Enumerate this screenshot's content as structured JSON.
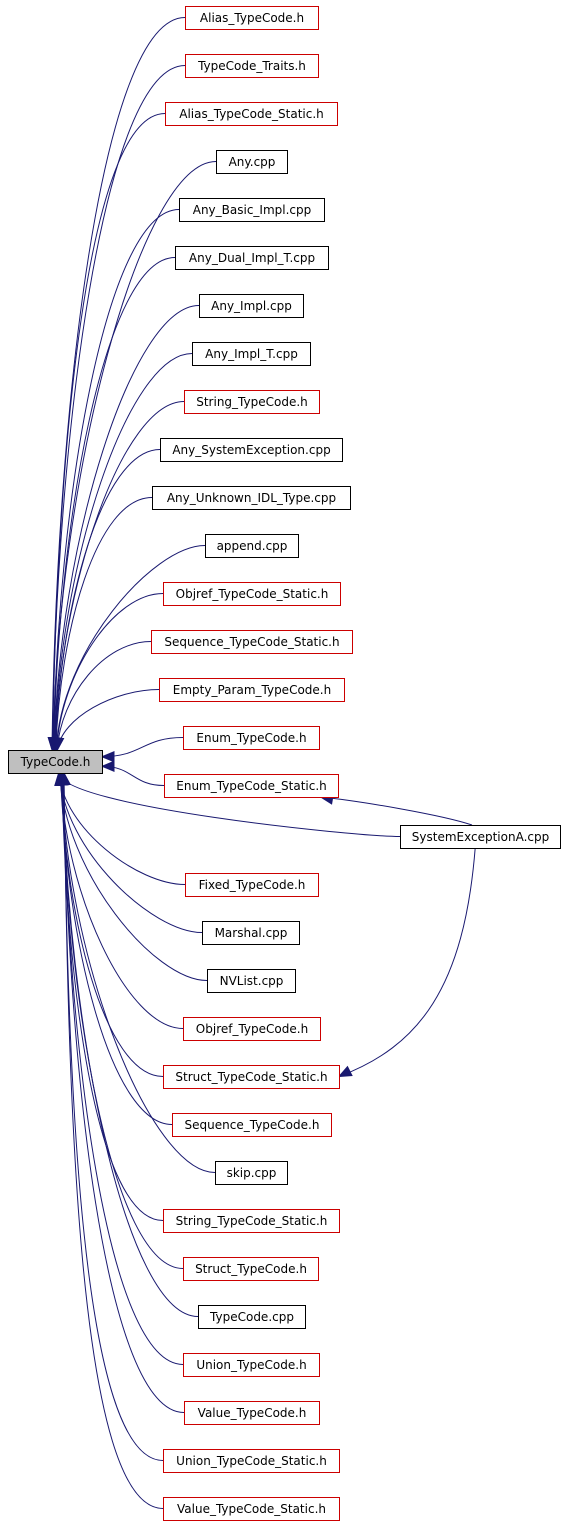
{
  "graph": {
    "colors": {
      "edge": "#191970",
      "border_default": "#000000",
      "border_truncated": "#cc0000",
      "root_fill": "#bfbfbf",
      "node_fill": "#ffffff"
    },
    "root": "TypeCode.h",
    "nodes": [
      {
        "id": "alias-typecode-h",
        "label": "Alias_TypeCode.h",
        "truncated": true
      },
      {
        "id": "typecode-traits-h",
        "label": "TypeCode_Traits.h",
        "truncated": true
      },
      {
        "id": "alias-typecode-static-h",
        "label": "Alias_TypeCode_Static.h",
        "truncated": true
      },
      {
        "id": "any-cpp",
        "label": "Any.cpp",
        "truncated": false
      },
      {
        "id": "any-basic-impl-cpp",
        "label": "Any_Basic_Impl.cpp",
        "truncated": false
      },
      {
        "id": "any-dual-impl-t-cpp",
        "label": "Any_Dual_Impl_T.cpp",
        "truncated": false
      },
      {
        "id": "any-impl-cpp",
        "label": "Any_Impl.cpp",
        "truncated": false
      },
      {
        "id": "any-impl-t-cpp",
        "label": "Any_Impl_T.cpp",
        "truncated": false
      },
      {
        "id": "string-typecode-h",
        "label": "String_TypeCode.h",
        "truncated": true
      },
      {
        "id": "any-systemexception-cpp",
        "label": "Any_SystemException.cpp",
        "truncated": false
      },
      {
        "id": "any-unknown-idl-type-cpp",
        "label": "Any_Unknown_IDL_Type.cpp",
        "truncated": false
      },
      {
        "id": "append-cpp",
        "label": "append.cpp",
        "truncated": false
      },
      {
        "id": "objref-typecode-static-h",
        "label": "Objref_TypeCode_Static.h",
        "truncated": true
      },
      {
        "id": "sequence-typecode-static-h",
        "label": "Sequence_TypeCode_Static.h",
        "truncated": true
      },
      {
        "id": "empty-param-typecode-h",
        "label": "Empty_Param_TypeCode.h",
        "truncated": true
      },
      {
        "id": "enum-typecode-h",
        "label": "Enum_TypeCode.h",
        "truncated": true
      },
      {
        "id": "enum-typecode-static-h",
        "label": "Enum_TypeCode_Static.h",
        "truncated": true
      },
      {
        "id": "fixed-typecode-h",
        "label": "Fixed_TypeCode.h",
        "truncated": true
      },
      {
        "id": "marshal-cpp",
        "label": "Marshal.cpp",
        "truncated": false
      },
      {
        "id": "nvlist-cpp",
        "label": "NVList.cpp",
        "truncated": false
      },
      {
        "id": "objref-typecode-h",
        "label": "Objref_TypeCode.h",
        "truncated": true
      },
      {
        "id": "struct-typecode-static-h",
        "label": "Struct_TypeCode_Static.h",
        "truncated": true
      },
      {
        "id": "sequence-typecode-h",
        "label": "Sequence_TypeCode.h",
        "truncated": true
      },
      {
        "id": "skip-cpp",
        "label": "skip.cpp",
        "truncated": false
      },
      {
        "id": "string-typecode-static-h",
        "label": "String_TypeCode_Static.h",
        "truncated": true
      },
      {
        "id": "struct-typecode-h",
        "label": "Struct_TypeCode.h",
        "truncated": true
      },
      {
        "id": "typecode-cpp",
        "label": "TypeCode.cpp",
        "truncated": false
      },
      {
        "id": "union-typecode-h",
        "label": "Union_TypeCode.h",
        "truncated": true
      },
      {
        "id": "value-typecode-h",
        "label": "Value_TypeCode.h",
        "truncated": true
      },
      {
        "id": "union-typecode-static-h",
        "label": "Union_TypeCode_Static.h",
        "truncated": true
      },
      {
        "id": "value-typecode-static-h",
        "label": "Value_TypeCode_Static.h",
        "truncated": true
      },
      {
        "id": "systemexceptiona-cpp",
        "label": "SystemExceptionA.cpp",
        "truncated": false
      }
    ],
    "edges": [
      {
        "from": "alias-typecode-h",
        "to": "root"
      },
      {
        "from": "typecode-traits-h",
        "to": "root"
      },
      {
        "from": "alias-typecode-static-h",
        "to": "root"
      },
      {
        "from": "any-cpp",
        "to": "root"
      },
      {
        "from": "any-basic-impl-cpp",
        "to": "root"
      },
      {
        "from": "any-dual-impl-t-cpp",
        "to": "root"
      },
      {
        "from": "any-impl-cpp",
        "to": "root"
      },
      {
        "from": "any-impl-t-cpp",
        "to": "root"
      },
      {
        "from": "string-typecode-h",
        "to": "root"
      },
      {
        "from": "any-systemexception-cpp",
        "to": "root"
      },
      {
        "from": "any-unknown-idl-type-cpp",
        "to": "root"
      },
      {
        "from": "append-cpp",
        "to": "root"
      },
      {
        "from": "objref-typecode-static-h",
        "to": "root"
      },
      {
        "from": "sequence-typecode-static-h",
        "to": "root"
      },
      {
        "from": "empty-param-typecode-h",
        "to": "root"
      },
      {
        "from": "enum-typecode-h",
        "to": "root"
      },
      {
        "from": "enum-typecode-static-h",
        "to": "root"
      },
      {
        "from": "systemexceptiona-cpp",
        "to": "root"
      },
      {
        "from": "fixed-typecode-h",
        "to": "root"
      },
      {
        "from": "marshal-cpp",
        "to": "root"
      },
      {
        "from": "nvlist-cpp",
        "to": "root"
      },
      {
        "from": "objref-typecode-h",
        "to": "root"
      },
      {
        "from": "struct-typecode-static-h",
        "to": "root"
      },
      {
        "from": "sequence-typecode-h",
        "to": "root"
      },
      {
        "from": "skip-cpp",
        "to": "root"
      },
      {
        "from": "string-typecode-static-h",
        "to": "root"
      },
      {
        "from": "struct-typecode-h",
        "to": "root"
      },
      {
        "from": "typecode-cpp",
        "to": "root"
      },
      {
        "from": "union-typecode-h",
        "to": "root"
      },
      {
        "from": "value-typecode-h",
        "to": "root"
      },
      {
        "from": "union-typecode-static-h",
        "to": "root"
      },
      {
        "from": "value-typecode-static-h",
        "to": "root"
      },
      {
        "from": "systemexceptiona-cpp",
        "to": "enum-typecode-static-h"
      },
      {
        "from": "systemexceptiona-cpp",
        "to": "struct-typecode-static-h"
      }
    ]
  }
}
